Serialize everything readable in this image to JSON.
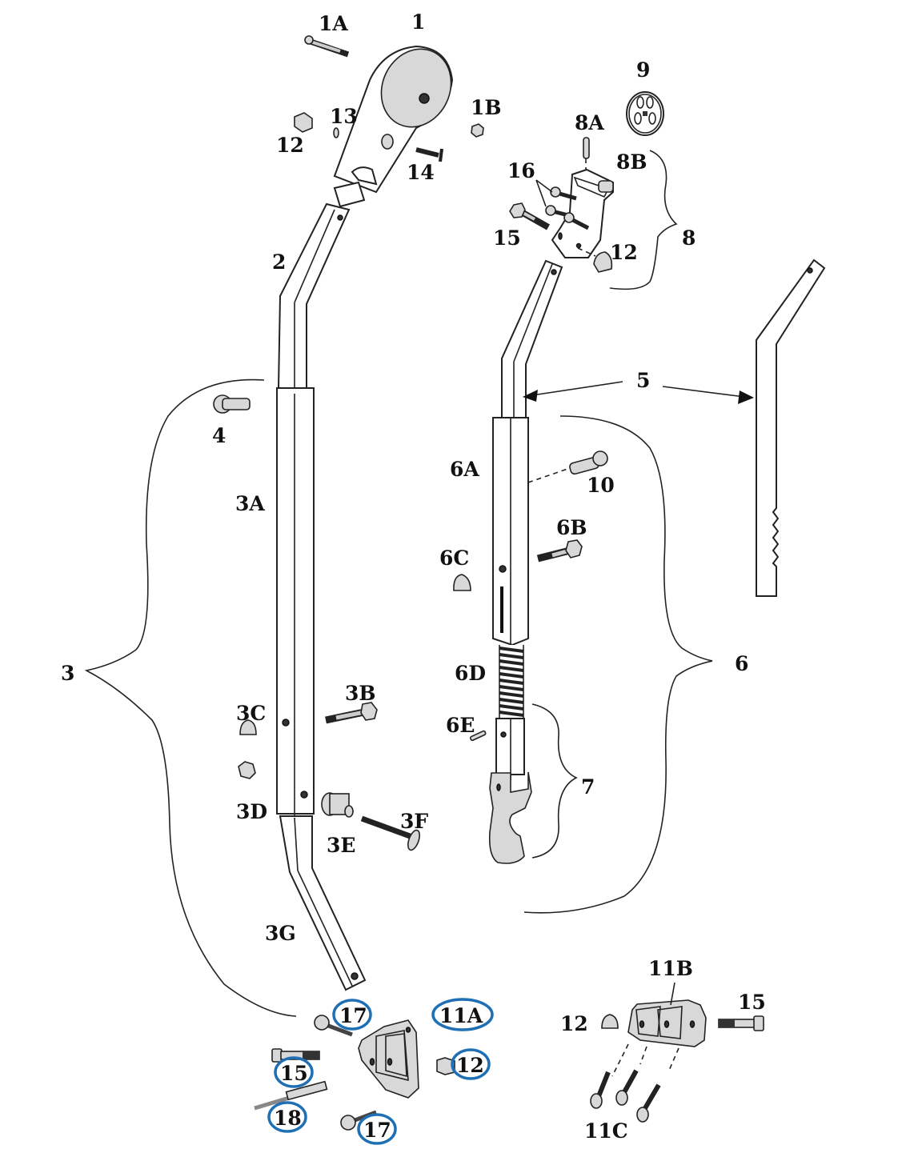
{
  "title": "Exploded parts diagram – handle / lift arm assembly",
  "highlight_color": "#1f6fb5",
  "labels": {
    "p1": "1",
    "p1A": "1A",
    "p1B": "1B",
    "p2": "2",
    "p3": "3",
    "p3A": "3A",
    "p3B": "3B",
    "p3C": "3C",
    "p3D": "3D",
    "p3E": "3E",
    "p3F": "3F",
    "p3G": "3G",
    "p4": "4",
    "p5": "5",
    "p6": "6",
    "p6A": "6A",
    "p6B": "6B",
    "p6C": "6C",
    "p6D": "6D",
    "p6E": "6E",
    "p7": "7",
    "p8": "8",
    "p8A": "8A",
    "p8B": "8B",
    "p9": "9",
    "p10": "10",
    "p11A": "11A",
    "p11B": "11B",
    "p11C": "11C",
    "p12_top": "12",
    "p12_bracket8": "12",
    "p12_11A": "12",
    "p12_11B": "12",
    "p13": "13",
    "p14": "14",
    "p15_bracket8": "15",
    "p15_11A": "15",
    "p15_11B": "15",
    "p16": "16",
    "p17_top": "17",
    "p17_bottom": "17",
    "p18": "18"
  },
  "circled_labels": [
    "17",
    "11A",
    "15",
    "12",
    "18",
    "17"
  ]
}
